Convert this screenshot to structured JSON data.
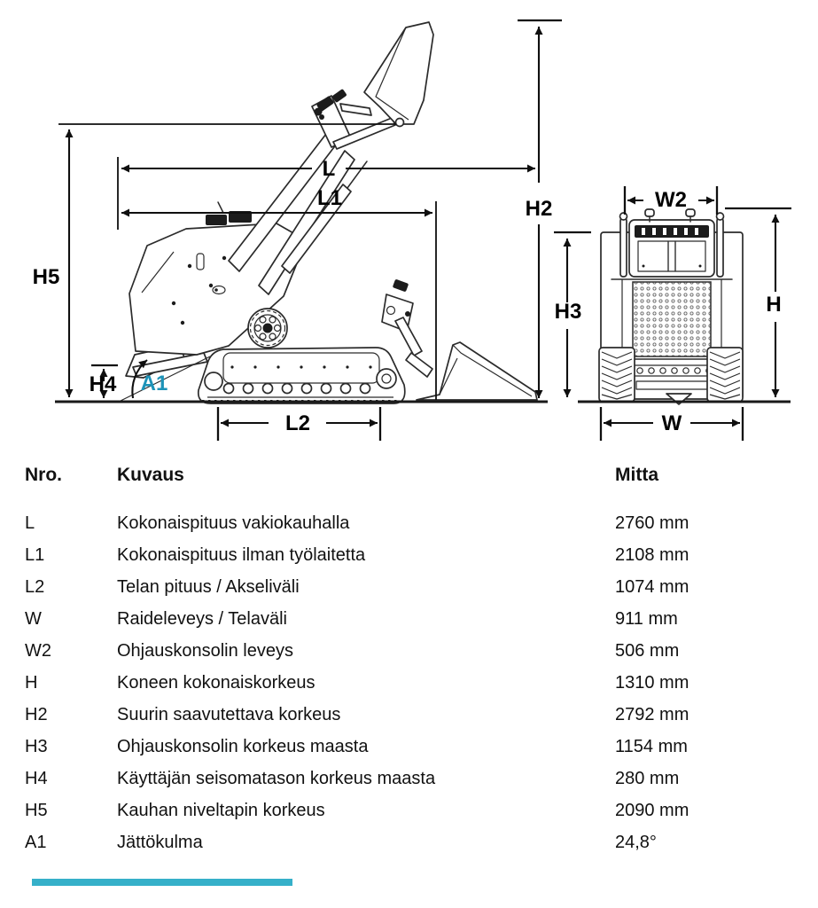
{
  "diagram": {
    "labels": {
      "L": "L",
      "L1": "L1",
      "L2": "L2",
      "W": "W",
      "W2": "W2",
      "H": "H",
      "H2": "H2",
      "H3": "H3",
      "H4": "H4",
      "H5": "H5",
      "A1": "A1"
    },
    "a1_label_color": "#1d93b8",
    "line_color": "#0f0f0f"
  },
  "table": {
    "headers": {
      "nro": "Nro.",
      "kuvaus": "Kuvaus",
      "mitta": "Mitta"
    },
    "rows": [
      {
        "nro": "L",
        "kuvaus": "Kokonaispituus vakiokauhalla",
        "mitta": "2760 mm"
      },
      {
        "nro": "L1",
        "kuvaus": "Kokonaispituus ilman työlaitetta",
        "mitta": "2108 mm"
      },
      {
        "nro": "L2",
        "kuvaus": "Telan pituus / Akseliväli",
        "mitta": "1074 mm"
      },
      {
        "nro": "W",
        "kuvaus": "Raideleveys / Telaväli",
        "mitta": "911 mm"
      },
      {
        "nro": "W2",
        "kuvaus": "Ohjauskonsolin leveys",
        "mitta": "506 mm"
      },
      {
        "nro": "H",
        "kuvaus": "Koneen kokonaiskorkeus",
        "mitta": "1310 mm"
      },
      {
        "nro": "H2",
        "kuvaus": "Suurin saavutettava korkeus",
        "mitta": "2792 mm"
      },
      {
        "nro": "H3",
        "kuvaus": "Ohjauskonsolin korkeus maasta",
        "mitta": "1154 mm"
      },
      {
        "nro": "H4",
        "kuvaus": "Käyttäjän seisomatason korkeus maasta",
        "mitta": "280 mm"
      },
      {
        "nro": "H5",
        "kuvaus": "Kauhan niveltapin korkeus",
        "mitta": "2090 mm"
      },
      {
        "nro": "A1",
        "kuvaus": "Jättökulma",
        "mitta": "24,8°"
      }
    ]
  },
  "footer": {
    "accent_bar_color": "#36b0c9"
  }
}
